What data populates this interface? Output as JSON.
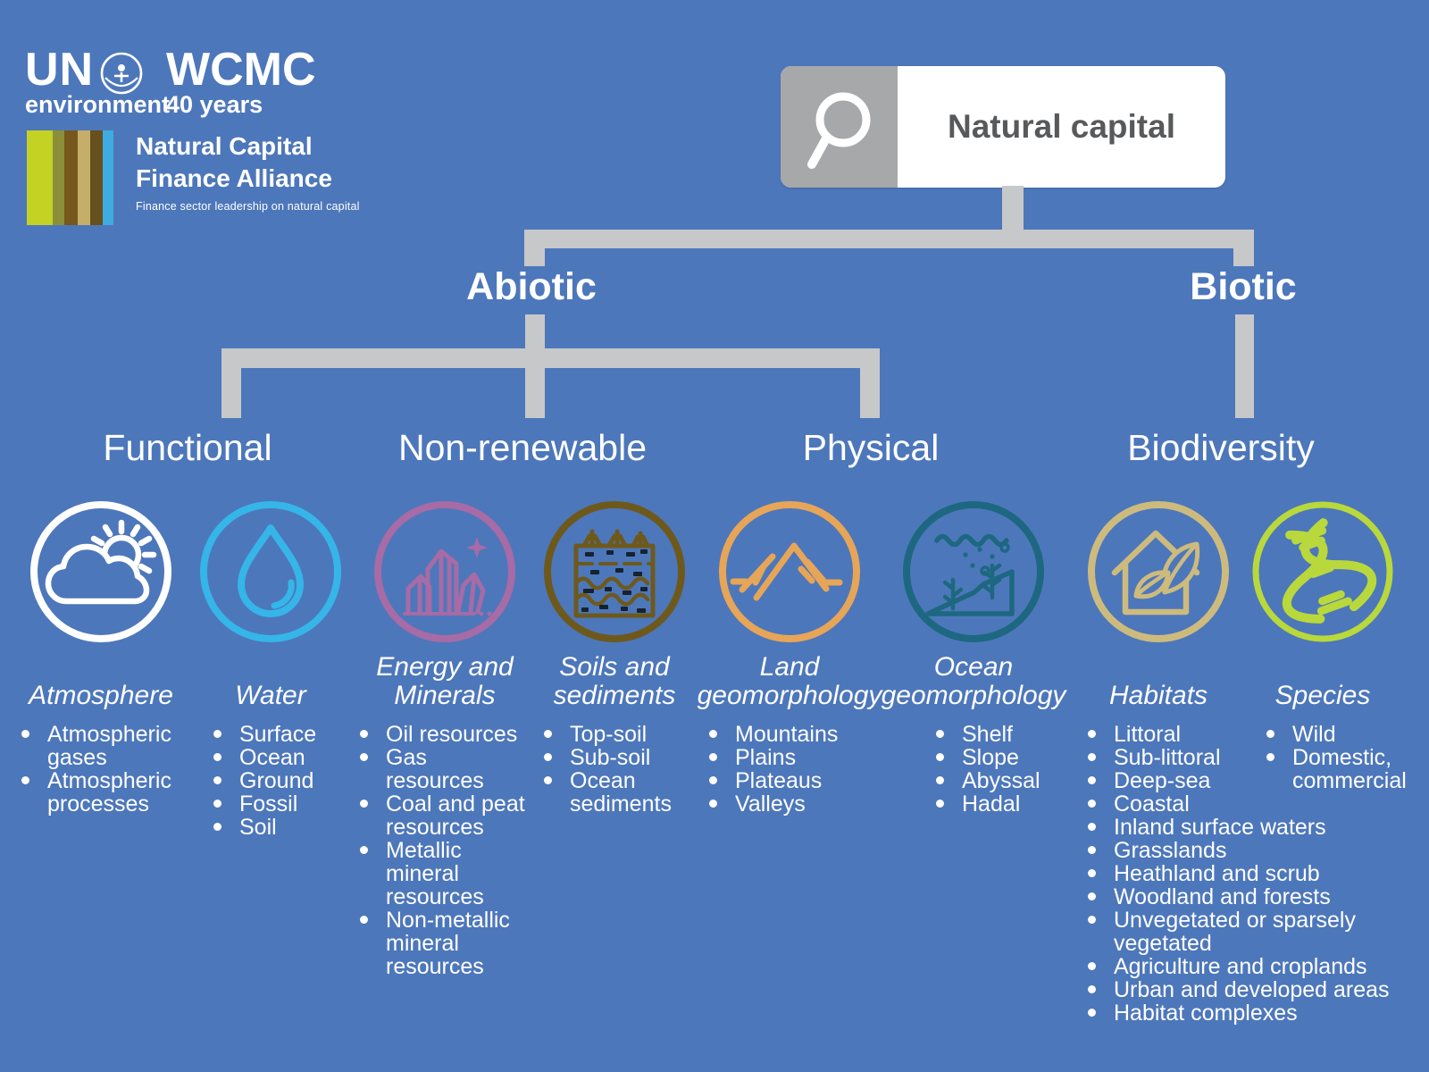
{
  "colors": {
    "background": "#4d77bb",
    "connector": "#c7c8c9",
    "node_icon_bg": "#a7a8aa",
    "node_text": "#58595b",
    "soil_specks": "#16222e",
    "ncfa_stripes": [
      "#c3d223",
      "#8b9038",
      "#76571c",
      "#c4ae6a",
      "#66501d",
      "#3fabe0"
    ]
  },
  "branding": {
    "un": "UN",
    "environment": "environment",
    "wcmc": "WCMC",
    "wcmc_years": "40 years",
    "ncfa_line1": "Natural Capital",
    "ncfa_line2": "Finance Alliance",
    "ncfa_tagline": "Finance sector leadership on natural capital"
  },
  "tree": {
    "root": "Natural capital",
    "branches": [
      {
        "label": "Abiotic"
      },
      {
        "label": "Biotic"
      }
    ],
    "categories": [
      "Functional",
      "Non-renewable",
      "Physical",
      "Biodiversity"
    ]
  },
  "columns": [
    {
      "icon": "atmosphere-icon",
      "color": "#ffffff",
      "subtitle": "Atmosphere",
      "items": [
        "Atmospheric\ngases",
        "Atmospheric\nprocesses"
      ]
    },
    {
      "icon": "water-icon",
      "color": "#35b5e8",
      "subtitle": "Water",
      "items": [
        "Surface",
        "Ocean",
        "Ground",
        "Fossil",
        "Soil"
      ]
    },
    {
      "icon": "energy-minerals-icon",
      "color": "#a76ba6",
      "subtitle": "Energy and\nMinerals",
      "items": [
        "Oil resources",
        "Gas\nresources",
        "Coal and peat\nresources",
        "Metallic\nmineral\nresources",
        "Non-metallic\nmineral\nresources"
      ]
    },
    {
      "icon": "soils-sediments-icon",
      "color": "#6e591c",
      "subtitle": "Soils and\nsediments",
      "items": [
        "Top-soil",
        "Sub-soil",
        "Ocean\nsediments"
      ]
    },
    {
      "icon": "land-geomorphology-icon",
      "color": "#e7a558",
      "subtitle": "Land\ngeomorphology",
      "items": [
        "Mountains",
        "Plains",
        "Plateaus",
        "Valleys"
      ]
    },
    {
      "icon": "ocean-geomorphology-icon",
      "color": "#1d6880",
      "subtitle": "Ocean\ngeomorphology",
      "items": [
        "Shelf",
        "Slope",
        "Abyssal",
        "Hadal"
      ]
    },
    {
      "icon": "habitats-icon",
      "color": "#cdbb7e",
      "subtitle": "Habitats",
      "items": [
        "Littoral",
        "Sub-littoral",
        "Deep-sea",
        "Coastal",
        "Inland surface waters",
        "Grasslands",
        "Heathland and scrub",
        "Woodland and forests",
        "Unvegetated or sparsely\nvegetated",
        "Agriculture and croplands",
        "Urban and developed areas",
        "Habitat complexes"
      ]
    },
    {
      "icon": "species-icon",
      "color": "#b9d83b",
      "subtitle": "Species",
      "items": [
        "Wild",
        "Domestic,\ncommercial"
      ]
    }
  ]
}
